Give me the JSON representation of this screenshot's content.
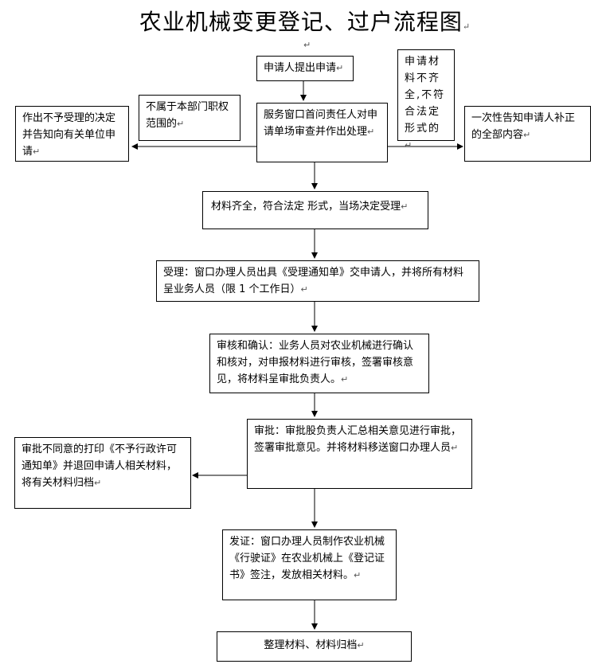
{
  "title": "农业机械变更登记、过户流程图",
  "para_mark": "↵",
  "nodes": {
    "apply": "申请人提出申请",
    "review": "服务窗口首问责任人对申请单场审查并作出处理",
    "not_in_scope": "不属于本部门职权范围的",
    "reject_notice": "作出不予受理的决定并告知向有关单位申请",
    "incomplete": "申请材料不齐全,不符合法定形式的",
    "one_time_notice": "一次性告知申请人补正的全部内容",
    "complete": "材料齐全，符合法定 形式，当场决定受理",
    "accept": "受理：窗口办理人员出具《受理通知单》交申请人，并将所有材料呈业务人员（限 1 个工作日）",
    "verify": "审核和确认：业务人员对农业机械进行确认和核对，对申报材料进行审核，签署审核意见，将材料呈审批负责人。",
    "approve": "审批：审批股负责人汇总相关意见进行审批，签署审批意见。并将材料移送窗口办理人员",
    "disapprove": "审批不同意的打印《不予行政许可通知单》并退回申请人相关材料，将有关材料归档",
    "issue": "发证：窗口办理人员制作农业机械《行驶证》在农业机械上《登记证书》签注，发放相关材料。",
    "archive": "整理材料、材料归档"
  }
}
